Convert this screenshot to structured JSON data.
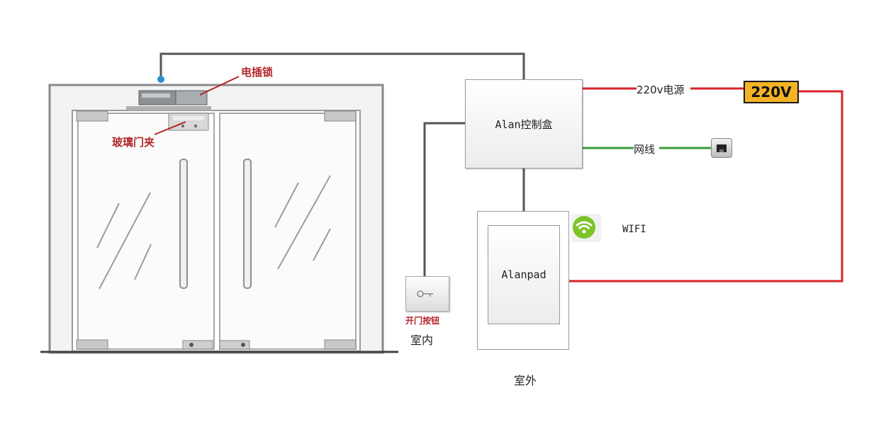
{
  "labels": {
    "electric_lock": "电插锁",
    "glass_clamp": "玻璃门夹",
    "control_box": "Alan控制盒",
    "power_line": "220v电源",
    "power_source": "220V",
    "network_cable": "网线",
    "wifi": "WIFI",
    "alanpad": "Alanpad",
    "exit_button": "开门按钮",
    "indoor": "室内",
    "outdoor": "室外"
  },
  "colors": {
    "power_wire": "#d8232a",
    "network_wire": "#3a9d3a",
    "signal_wire": "#555555",
    "power_badge": "#f4b324",
    "wifi_green": "#7cc427",
    "label_red": "#b3262b"
  },
  "icons": [
    "ethernet-port-icon",
    "wifi-icon",
    "key-icon"
  ]
}
